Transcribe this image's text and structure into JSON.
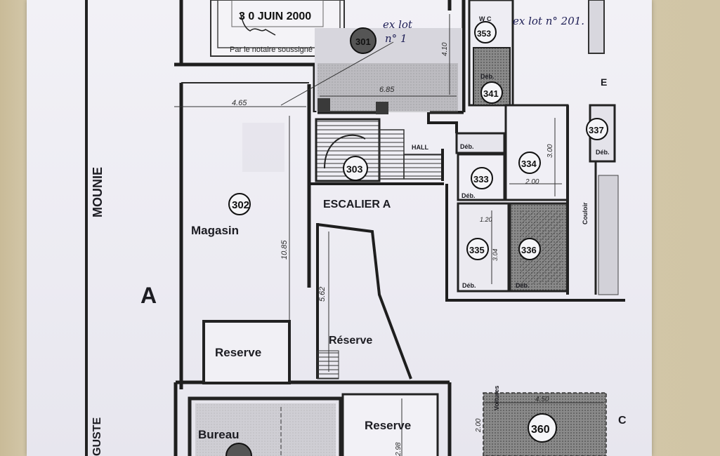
{
  "stamp": {
    "date": "3 0 JUIN 2000",
    "notary": "Par le notaire soussigné"
  },
  "handwritten": {
    "lot1_line1": "ex lot",
    "lot1_line2": "n° 1",
    "lot201": "ex lot n° 201."
  },
  "street": {
    "name_top": "MOUNIE",
    "name_bottom": "GUSTE"
  },
  "zones": {
    "a": "A",
    "c": "C",
    "e": "E"
  },
  "rooms": {
    "magasin": "Magasin",
    "escalier": "ESCALIER A",
    "reserve_left": "Reserve",
    "reserve_mid": "Réserve",
    "bureau": "Bureau",
    "reserve_bottom": "Reserve",
    "hall": "HALL",
    "wc": "W C",
    "couloir": "Couloir",
    "voitures": "Voitures"
  },
  "deb_labels": [
    "Déb.",
    "Déb.",
    "Déb.",
    "Déb.",
    "Déb.",
    "Déb."
  ],
  "lots": {
    "l302": "302",
    "l303": "303",
    "l333": "333",
    "l334": "334",
    "l335": "335",
    "l336": "336",
    "l337": "337",
    "l341": "341",
    "l353": "353",
    "l360": "360",
    "l301": "301"
  },
  "dimensions": {
    "d465": "4.65",
    "d685": "6.85",
    "d410": "4.10",
    "d1085": "10.85",
    "d562": "5.62",
    "d200a": "2.00",
    "d300": "3.00",
    "d450": "4.50",
    "d200b": "2.00",
    "d120": "1.20",
    "d304": "3.04",
    "d298": "2.98"
  }
}
